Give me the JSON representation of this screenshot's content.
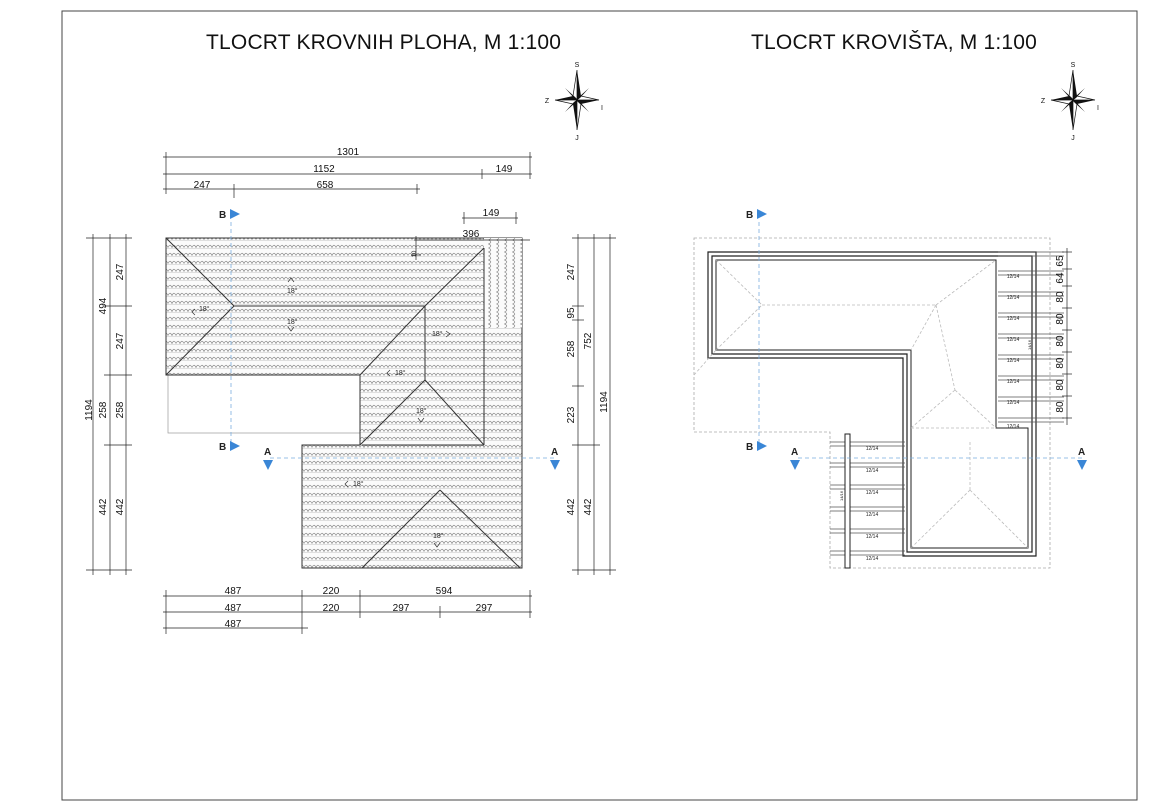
{
  "titles": {
    "left": "TLOCRT KROVNIH PLOHA, M 1:100",
    "right": "TLOCRT KROVIŠTA, M 1:100"
  },
  "compass": {
    "north": "S",
    "east": "I",
    "south": "J",
    "west": "Z"
  },
  "section_marks": {
    "a": "A",
    "b": "B"
  },
  "left_plan": {
    "dims_top": {
      "overall": "1301",
      "main": "1152",
      "right_overhang": "149",
      "left_part": "247",
      "middle_part": "658"
    },
    "dims_inner": {
      "top_right": "149",
      "eave_offset": "396",
      "small": "10"
    },
    "dims_left": {
      "total": "1194",
      "upper": "494",
      "a": "247",
      "b": "247",
      "c": "258",
      "d": "258",
      "lower": "442",
      "e": "442"
    },
    "dims_right": {
      "a": "247",
      "b": "95",
      "c": "258",
      "d": "223",
      "e": "442",
      "f": "442",
      "total_upper": "752",
      "total": "1194"
    },
    "dims_bottom": {
      "r1a": "487",
      "r1b": "220",
      "r1c": "594",
      "r2a": "487",
      "r2b": "220",
      "r2c": "297",
      "r2d": "297",
      "r3a": "487"
    },
    "slopes": [
      "18°",
      "18°",
      "18°",
      "18°",
      "18°",
      "18°",
      "18°",
      "18°"
    ]
  },
  "right_plan": {
    "dims_right": [
      "65",
      "64",
      "80",
      "80",
      "80",
      "80",
      "80",
      "80"
    ],
    "joist_labels": [
      "12/14",
      "12/14",
      "12/14",
      "12/14",
      "12/14",
      "12/14",
      "12/14",
      "12/14"
    ],
    "joist_labels_lower": [
      "12/14",
      "12/14",
      "12/14",
      "12/14",
      "12/14",
      "12/14"
    ],
    "beam_labels": [
      "14/16",
      "14/16"
    ]
  }
}
